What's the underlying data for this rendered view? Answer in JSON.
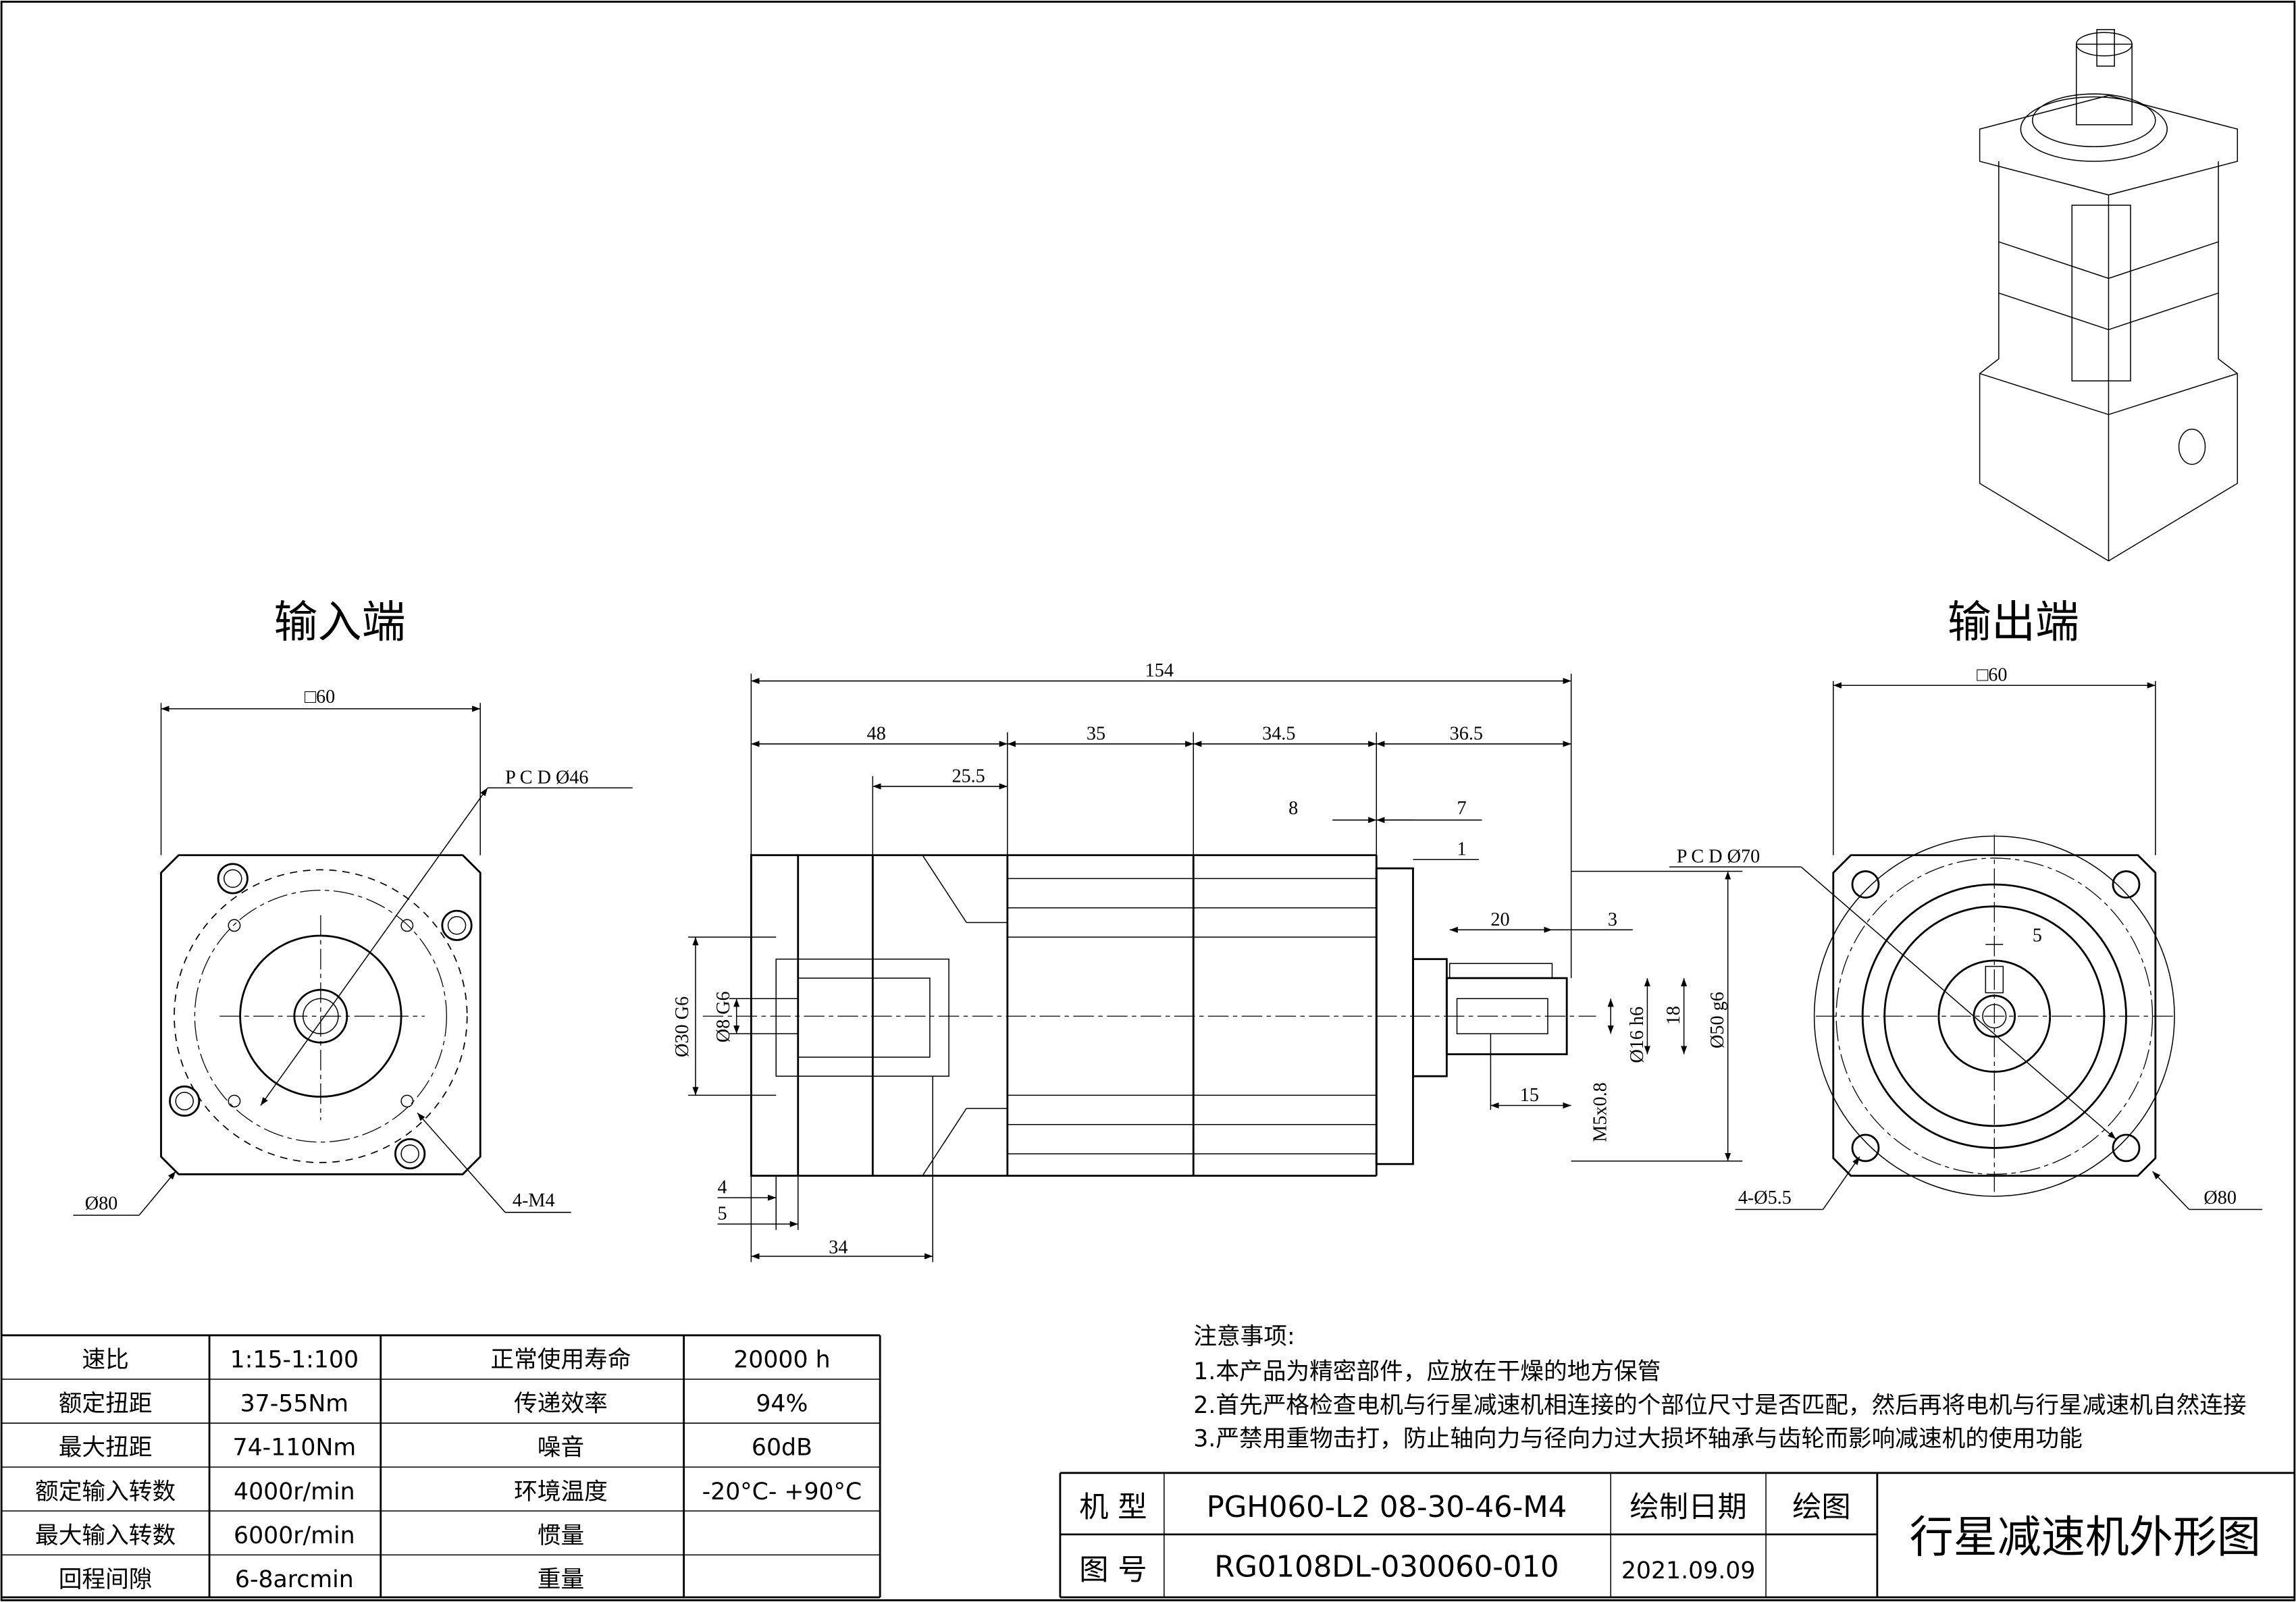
{
  "views": {
    "input_label": "输入端",
    "output_label": "输出端"
  },
  "input_view": {
    "square": "□60",
    "pcd": "P C D Ø46",
    "outer": "Ø80",
    "holes": "4-M4"
  },
  "output_view": {
    "square": "□60",
    "pcd": "P C D Ø70",
    "outer": "Ø80",
    "holes": "4-Ø5.5",
    "key": "5"
  },
  "side_view": {
    "overall": "154",
    "seg1": "48",
    "seg2": "35",
    "seg3": "34.5",
    "seg4": "36.5",
    "inner": "25.5",
    "d8": "8",
    "d7": "7",
    "d1": "1",
    "key_len": "20",
    "key_off": "3",
    "bore": "Ø30 G6",
    "input_bore": "Ø8 G6",
    "shaft": "Ø16 h6",
    "key_h": "18",
    "pilot": "Ø50 g6",
    "thread": "M5x0.8",
    "thread_depth": "15",
    "f4": "4",
    "f5": "5",
    "f34": "34"
  },
  "specs": {
    "rows": [
      [
        "速比",
        "1:15-1:100",
        "正常使用寿命",
        "20000 h"
      ],
      [
        "额定扭距",
        "37-55Nm",
        "传递效率",
        "94%"
      ],
      [
        "最大扭距",
        "74-110Nm",
        "噪音",
        "60dB"
      ],
      [
        "额定输入转数",
        "4000r/min",
        "环境温度",
        "-20°C- +90°C"
      ],
      [
        "最大输入转数",
        "6000r/min",
        "惯量",
        ""
      ],
      [
        "回程间隙",
        "6-8arcmin",
        "重量",
        ""
      ]
    ]
  },
  "notes": {
    "title": "注意事项:",
    "items": [
      "1.本产品为精密部件，应放在干燥的地方保管",
      "2.首先严格检查电机与行星减速机相连接的个部位尺寸是否匹配，然后再将电机与行星减速机自然连接",
      "3.严禁用重物击打，防止轴向力与径向力过大损坏轴承与齿轮而影响减速机的使用功能"
    ]
  },
  "title_block": {
    "model_label": "机  型",
    "model_value": "PGH060-L2 08-30-46-M4",
    "date_label": "绘制日期",
    "drawn_label": "绘图",
    "number_label": "图  号",
    "number_value": "RG0108DL-030060-010",
    "date_value": "2021.09.09",
    "drawn_value": "",
    "title": "行星减速机外形图"
  }
}
